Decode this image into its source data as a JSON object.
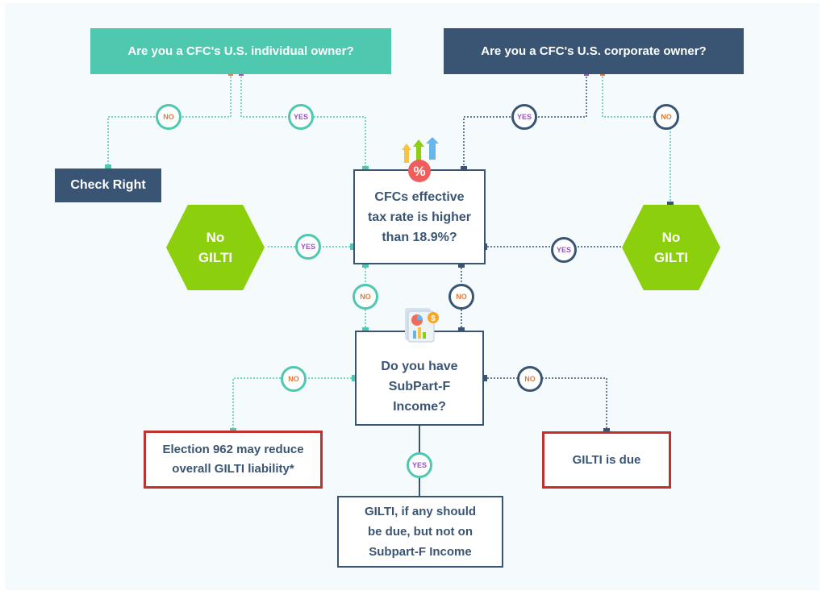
{
  "questions": {
    "individual_owner": "Are you a CFC's  U.S. individual owner?",
    "corporate_owner": "Are you a CFC's U.S. corporate owner?"
  },
  "nodes": {
    "check_right": "Check Right",
    "effective_rate_line1": "CFCs effective",
    "effective_rate_line2": "tax rate is higher",
    "effective_rate_line3": "than 18.9%?",
    "no_gilti_left_line1": "No",
    "no_gilti_left_line2": "GILTI",
    "no_gilti_right_line1": "No",
    "no_gilti_right_line2": "GILTI",
    "subpart_line1": "Do you have",
    "subpart_line2": "SubPart-F",
    "subpart_line3": "Income?",
    "election_line1": "Election 962 may reduce",
    "election_line2": "overall GILTI liability*",
    "gilti_due": "GILTI is due",
    "gilti_any_line1": "GILTI, if any should",
    "gilti_any_line2": "be due, but not on",
    "gilti_any_line3": "Subpart-F Income"
  },
  "badges": {
    "ind_no": "NO",
    "ind_yes": "YES",
    "corp_yes": "YES",
    "corp_no": "NO",
    "rate_yes_left": "YES",
    "rate_yes_right": "YES",
    "rate_no_left": "NO",
    "rate_no_right": "NO",
    "subpart_no_left": "NO",
    "subpart_no_right": "NO",
    "subpart_yes": "YES"
  },
  "icons": {
    "rate_icon": "percent-arrows-icon",
    "report_icon": "report-chart-icon"
  },
  "colors": {
    "teal": "#4fc8b0",
    "navy": "#3a5573",
    "green": "#8ccf0c",
    "red": "#c0312f",
    "orange": "#e07a3a",
    "purple": "#9b4fc9"
  }
}
